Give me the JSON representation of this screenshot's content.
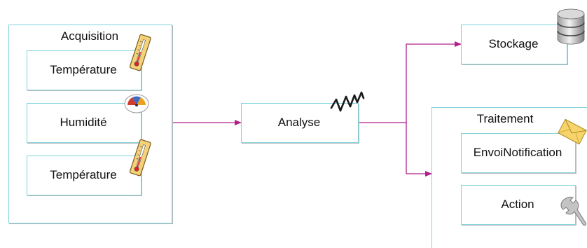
{
  "colors": {
    "connector": "#b0208a",
    "box_border": "#7fd3dc",
    "shadow": "#b9b9b9"
  },
  "groups": {
    "acquisition": {
      "title": "Acquisition"
    },
    "traitement": {
      "title": "Traitement"
    }
  },
  "nodes": {
    "temperature_1": {
      "label": "Température",
      "icon": "thermometer-icon"
    },
    "humidite": {
      "label": "Humidité",
      "icon": "gauge-icon"
    },
    "temperature_2": {
      "label": "Température",
      "icon": "thermometer-icon"
    },
    "analyse": {
      "label": "Analyse",
      "icon": "signal-wave-icon"
    },
    "stockage": {
      "label": "Stockage",
      "icon": "database-icon"
    },
    "envoi_notification": {
      "label": "EnvoiNotification",
      "icon": "envelope-icon"
    },
    "action": {
      "label": "Action",
      "icon": "wrench-icon"
    }
  }
}
